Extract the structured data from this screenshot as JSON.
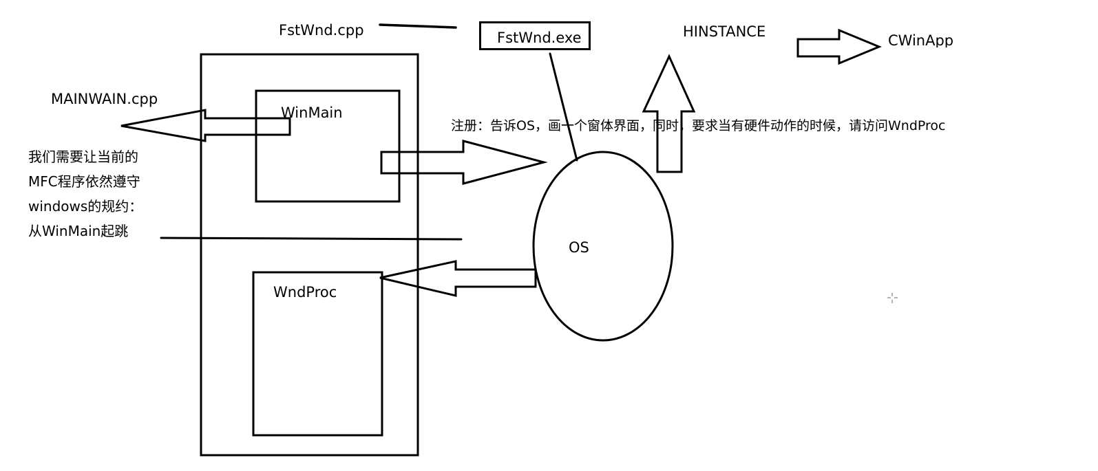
{
  "labels": {
    "fstwnd_cpp": "FstWnd.cpp",
    "fstwnd_exe": "FstWnd.exe",
    "hinstance": "HINSTANCE",
    "cwinapp": "CWinApp",
    "mainwain_cpp": "MAINWAIN.cpp",
    "winmain": "WinMain",
    "wndproc": "WndProc",
    "os": "OS",
    "register_note": "注册：告诉OS，画一个窗体界面，同时，要求当有硬件动作的时候，请访问WndProc"
  },
  "side_note": [
    "我们需要让当前的",
    "MFC程序依然遵守",
    "windows的规约：",
    "从WinMain起跳"
  ]
}
